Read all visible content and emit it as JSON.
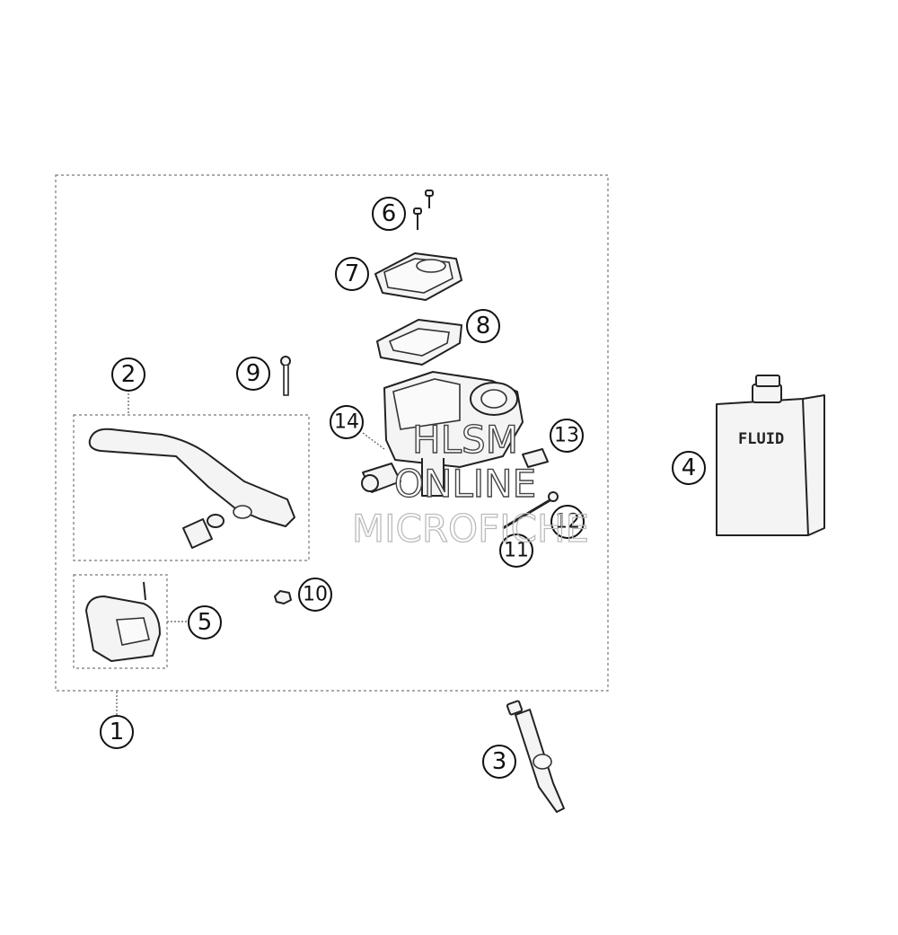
{
  "diagram": {
    "callouts": {
      "c1": "1",
      "c2": "2",
      "c3": "3",
      "c4": "4",
      "c5": "5",
      "c6": "6",
      "c7": "7",
      "c8": "8",
      "c9": "9",
      "c10": "10",
      "c11": "11",
      "c12": "12",
      "c13": "13",
      "c14": "14"
    },
    "fluid_label": "FLUID"
  },
  "watermark": {
    "line1": "HLSM",
    "line2": "ONLINE",
    "line3": "MICROFICHE"
  }
}
